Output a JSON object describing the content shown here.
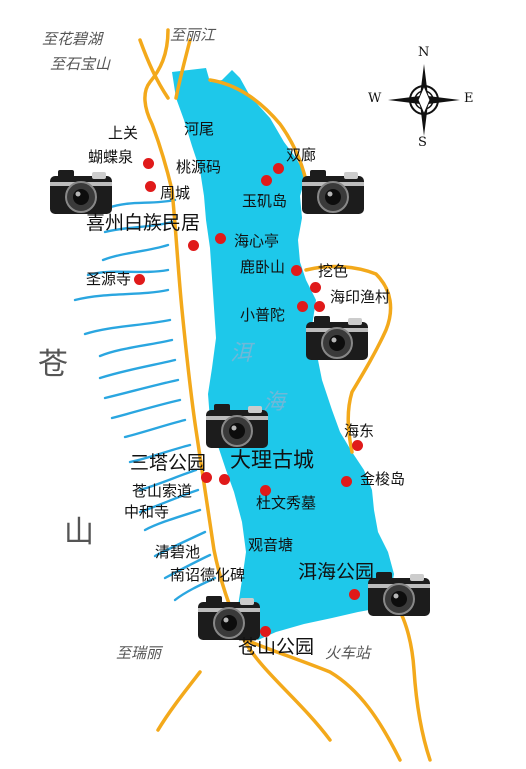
{
  "routes": {
    "north_left_1": "至花碧湖",
    "north_left_2": "至石宝山",
    "north_right": "至丽江",
    "south_left": "至瑞丽",
    "south_right": "火车站"
  },
  "mountain": {
    "char1": "苍",
    "char2": "山"
  },
  "lake": {
    "char1": "洱",
    "char2": "海"
  },
  "compass": {
    "n": "N",
    "s": "S",
    "e": "E",
    "w": "W"
  },
  "places": {
    "shangguan": "上关",
    "hewei": "河尾",
    "hudiequan": "蝴蝶泉",
    "taoyuanma": "桃源码",
    "shuanglang": "双廊",
    "zhoucheng": "周城",
    "yujidao": "玉矶岛",
    "xizhou": "喜州白族民居",
    "haixinting": "海心亭",
    "luwoshan": "鹿卧山",
    "wase": "挖色",
    "haiyin": "海印渔村",
    "shengyuansi": "圣源寺",
    "xiaoputuo": "小普陀",
    "haidong": "海东",
    "santa": "三塔公园",
    "daligucheng": "大理古城",
    "cangshansuodao": "苍山索道",
    "jinsuodao": "金梭岛",
    "zhonghesi": "中和寺",
    "duwenxiu": "杜文秀墓",
    "guanyintang": "观音塘",
    "qingbichi": "清碧池",
    "nanzhao": "南诏德化碑",
    "erhaipark": "洱海公园",
    "cangshanpark": "苍山公园"
  },
  "colors": {
    "lake": "#1ec8ea",
    "road": "#f3a91b",
    "stream": "#2aa6e0",
    "dot": "#e01a1a",
    "camera": "#1c1c1c"
  },
  "icons": [
    "camera-icon",
    "compass-rose-icon",
    "attraction-dot"
  ]
}
